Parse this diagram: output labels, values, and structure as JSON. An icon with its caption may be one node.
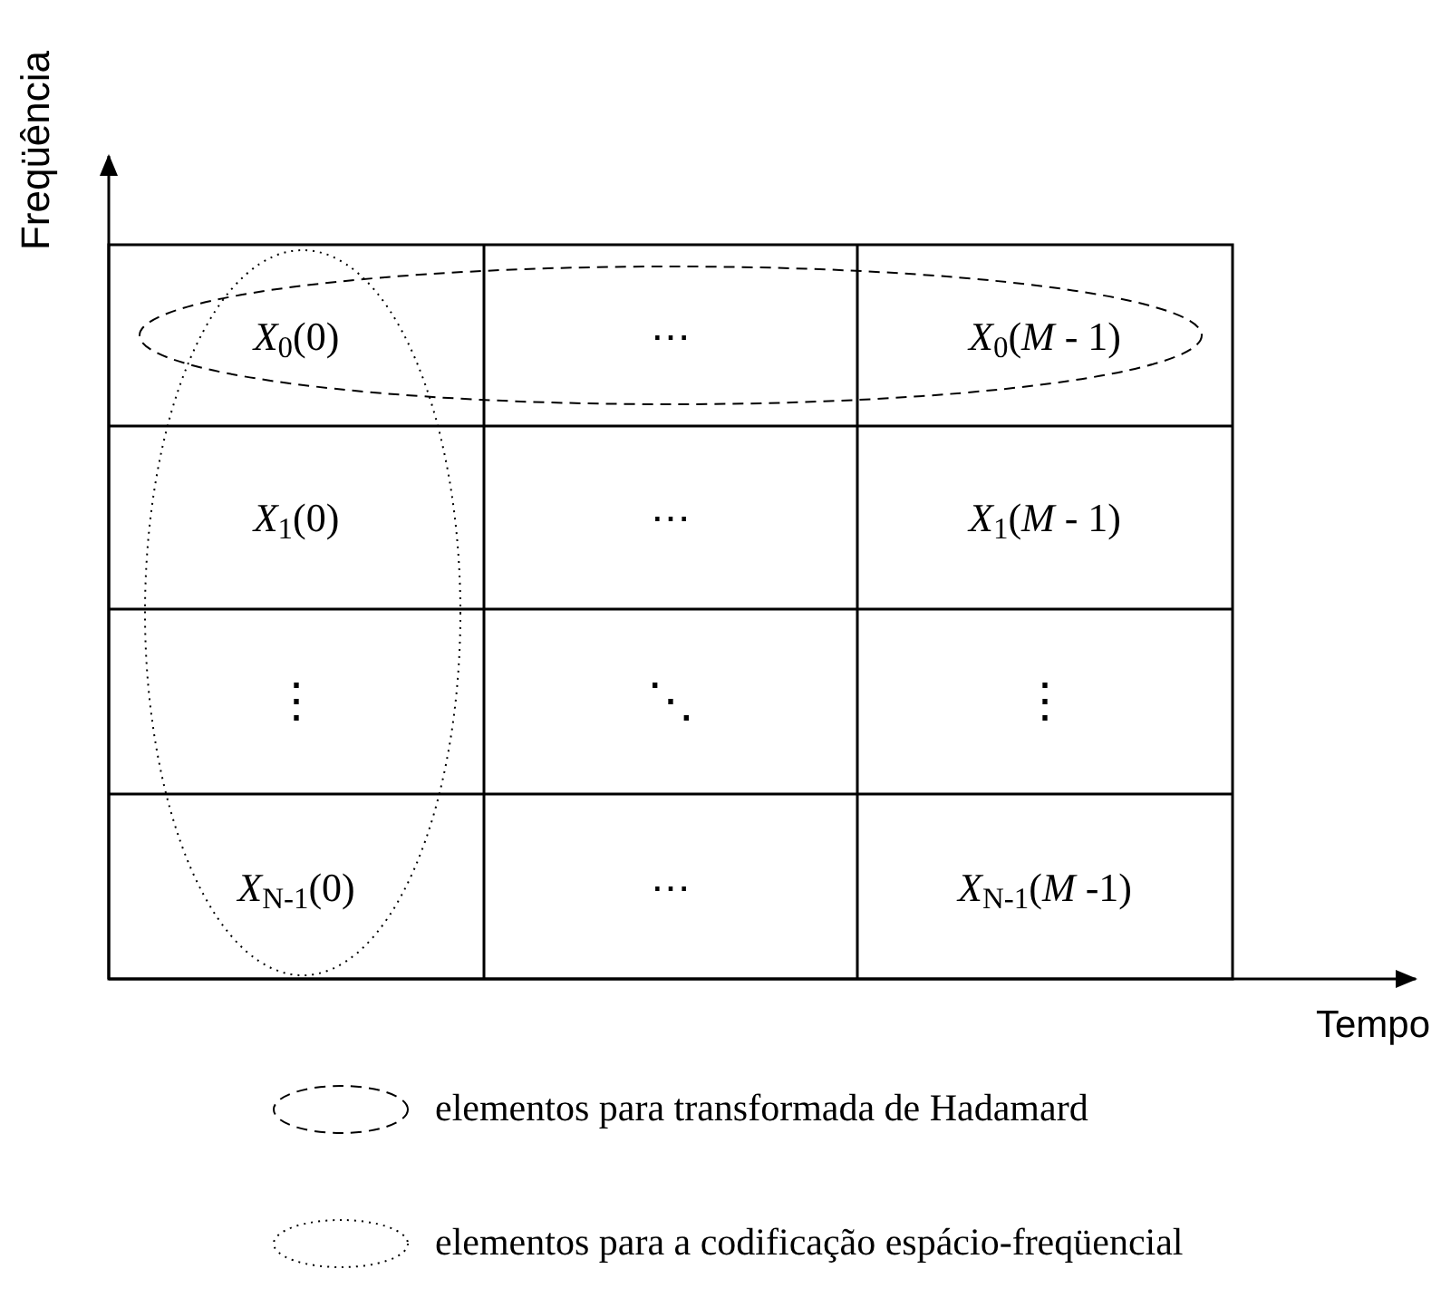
{
  "diagram": {
    "labels": [
      "Freqüência",
      "*X*$_{0}$(0)",
      "⋯",
      "*X*$_{0}$(*M* - 1)",
      "*X*$_{1}$(0)",
      "⋯",
      "*X*$_{1}$(*M* - 1)",
      "⋮",
      "⋱",
      "⋮",
      "*X*$_{N-1}$(0)",
      "⋯",
      "*X*$_{N-1}$(*M* -1)",
      "Tempo"
    ],
    "legend": [
      {
        "text": "elementos para transformada de Hadamard"
      },
      {
        "text": "elementos para a codificação espácio-freqüencial"
      }
    ]
  }
}
